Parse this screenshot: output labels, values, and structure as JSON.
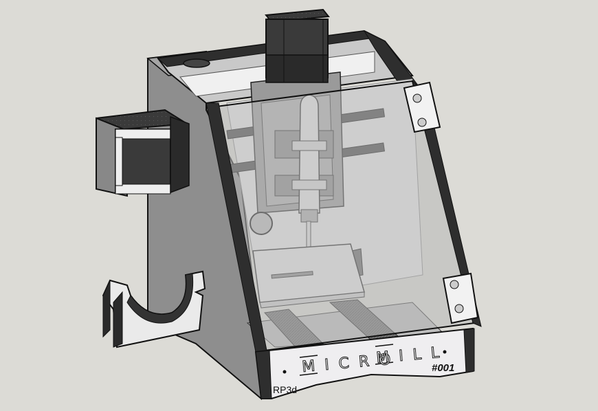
{
  "scene": {
    "description": "3D CAD render of an enclosed desktop CNC micro mill",
    "background_color": "#dcdbd6"
  },
  "front_panel": {
    "brand_word_1": "MICRO",
    "brand_word_2": "MILL",
    "maker_mark": "RP3d",
    "serial_number": "#001"
  },
  "colors": {
    "outline": "#111111",
    "frame_dark": "#2e2e2e",
    "panel_gray": "#8c8c8c",
    "panel_light": "#c8c8c8",
    "panel_white": "#eeeeee",
    "motor_dark": "#3a3a3a",
    "glass": "#b5b5b5"
  },
  "components": [
    {
      "name": "z-axis-stepper-motor"
    },
    {
      "name": "side-stepper-motor"
    },
    {
      "name": "front-door-glass"
    },
    {
      "name": "door-hinge-top"
    },
    {
      "name": "door-hinge-bottom"
    },
    {
      "name": "spindle"
    },
    {
      "name": "work-table"
    },
    {
      "name": "linear-rails"
    },
    {
      "name": "spindle-holder-cradle"
    }
  ]
}
